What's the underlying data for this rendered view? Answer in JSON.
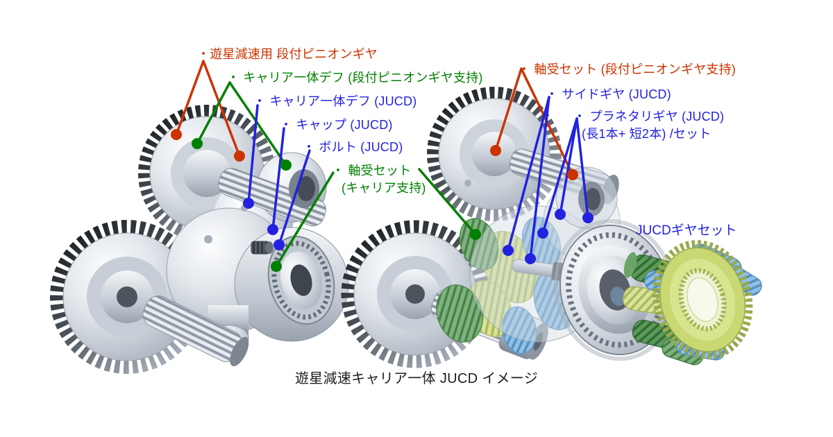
{
  "colors": {
    "annotation_red": "#cc3300",
    "annotation_green": "#008000",
    "annotation_blue": "#2222e0",
    "caption_text": "#1c1c1c",
    "background": "#ffffff",
    "steel_gear": "#c9d0d9",
    "green_gear": "#6ca567",
    "yellow_green_gear": "#d8e394",
    "blue_gear": "#8fc0e6"
  },
  "annotations": {
    "left": [
      {
        "text": "・遊星減速用 段付ピニオンギヤ",
        "color": "red"
      },
      {
        "text": "・ キャリア一体デフ (段付ピニオンギヤ支持)",
        "color": "green"
      },
      {
        "text": "・ キャリア一体デフ (JUCD)",
        "color": "blue"
      },
      {
        "text": "・ キャップ (JUCD)",
        "color": "blue"
      },
      {
        "text": "・ ボルト (JUCD)",
        "color": "blue"
      },
      {
        "text": "・ 軸受セット",
        "text2": "(キャリア支持)",
        "color": "green"
      }
    ],
    "right": [
      {
        "text": "・ 軸受セット (段付ピニオンギヤ支持)",
        "color": "red"
      },
      {
        "text": "・ サイドギヤ (JUCD)",
        "color": "blue"
      },
      {
        "text": "・ プラネタリギヤ (JUCD)",
        "text2": "(長1本+ 短2本) /セット",
        "color": "blue"
      }
    ],
    "gearset_label": "JUCDギヤセット",
    "caption": "遊星減速キャリア一体 JUCD イメージ"
  }
}
